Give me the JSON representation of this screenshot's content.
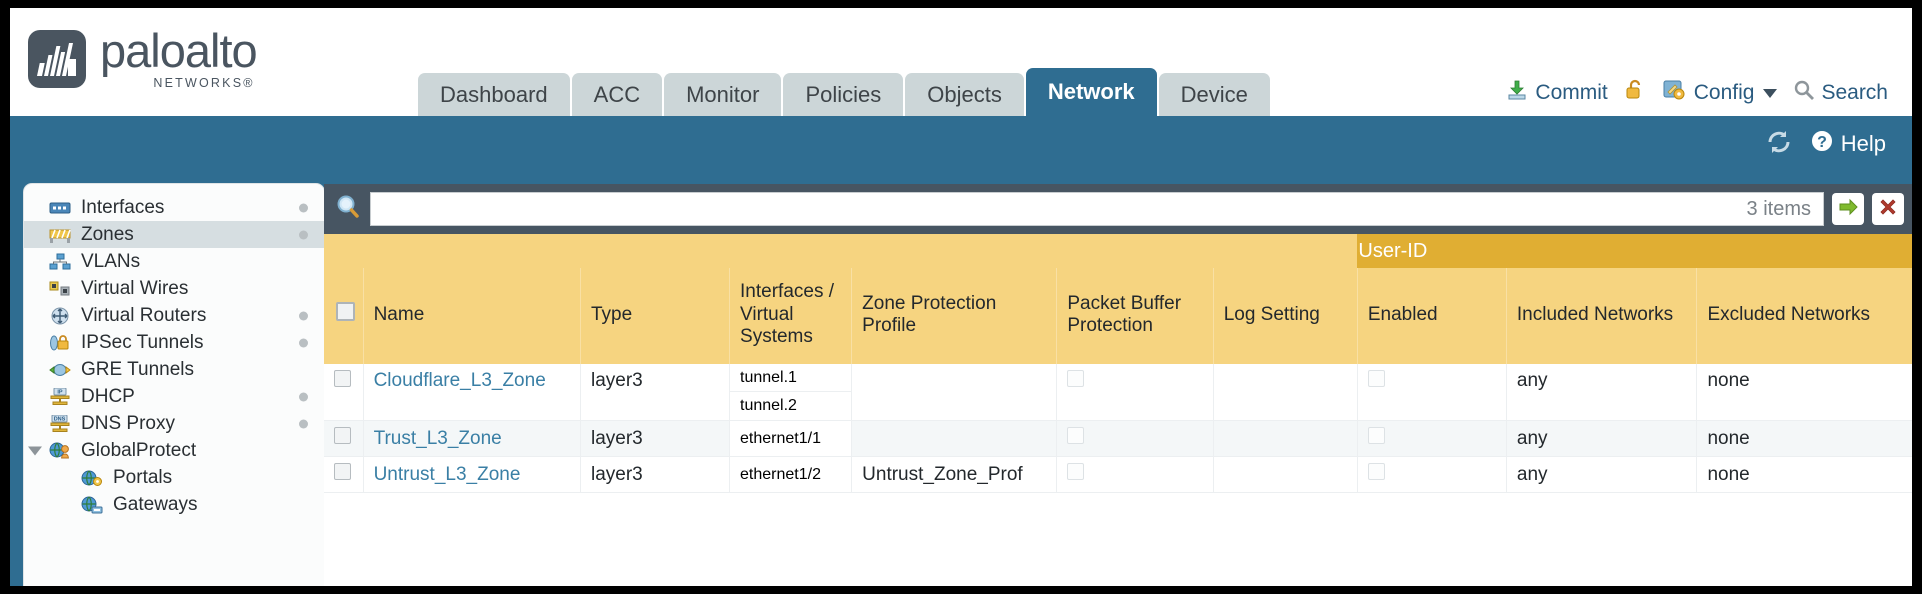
{
  "brand": {
    "name": "paloalto",
    "tagline": "NETWORKS",
    "registered": "®",
    "logo_icon": "paloalto-logo-icon"
  },
  "header": {
    "tabs": [
      {
        "label": "Dashboard",
        "active": false
      },
      {
        "label": "ACC",
        "active": false
      },
      {
        "label": "Monitor",
        "active": false
      },
      {
        "label": "Policies",
        "active": false
      },
      {
        "label": "Objects",
        "active": false
      },
      {
        "label": "Network",
        "active": true
      },
      {
        "label": "Device",
        "active": false
      }
    ],
    "actions": {
      "commit_label": "Commit",
      "commit_icon": "commit-save-icon",
      "lock_icon": "unlocked-padlock-icon",
      "config_label": "Config",
      "config_icon": "config-wrench-icon",
      "config_caret": "chevron-down-icon",
      "search_label": "Search",
      "search_icon": "magnifier-icon"
    }
  },
  "toolbar": {
    "refresh_icon": "refresh-icon",
    "help_label": "Help",
    "help_icon": "help-question-icon"
  },
  "sidebar": {
    "items": [
      {
        "label": "Interfaces",
        "icon": "interfaces-icon",
        "selected": false,
        "dot": true,
        "child": false,
        "expander": false
      },
      {
        "label": "Zones",
        "icon": "zones-icon",
        "selected": true,
        "dot": true,
        "child": false,
        "expander": false
      },
      {
        "label": "VLANs",
        "icon": "vlans-icon",
        "selected": false,
        "dot": false,
        "child": false,
        "expander": false
      },
      {
        "label": "Virtual Wires",
        "icon": "virtual-wires-icon",
        "selected": false,
        "dot": false,
        "child": false,
        "expander": false
      },
      {
        "label": "Virtual Routers",
        "icon": "virtual-routers-icon",
        "selected": false,
        "dot": true,
        "child": false,
        "expander": false
      },
      {
        "label": "IPSec Tunnels",
        "icon": "ipsec-tunnels-icon",
        "selected": false,
        "dot": true,
        "child": false,
        "expander": false
      },
      {
        "label": "GRE Tunnels",
        "icon": "gre-tunnels-icon",
        "selected": false,
        "dot": false,
        "child": false,
        "expander": false
      },
      {
        "label": "DHCP",
        "icon": "dhcp-icon",
        "selected": false,
        "dot": true,
        "child": false,
        "expander": false
      },
      {
        "label": "DNS Proxy",
        "icon": "dns-proxy-icon",
        "selected": false,
        "dot": true,
        "child": false,
        "expander": false
      },
      {
        "label": "GlobalProtect",
        "icon": "globalprotect-icon",
        "selected": false,
        "dot": false,
        "child": false,
        "expander": true
      },
      {
        "label": "Portals",
        "icon": "portals-icon",
        "selected": false,
        "dot": false,
        "child": true,
        "expander": false
      },
      {
        "label": "Gateways",
        "icon": "gateways-icon",
        "selected": false,
        "dot": false,
        "child": true,
        "expander": false
      }
    ]
  },
  "search": {
    "value": "",
    "placeholder": "",
    "item_count": "3 items",
    "magnifier_icon": "magnifier-icon",
    "apply_icon": "apply-arrow-icon",
    "clear_icon": "clear-x-icon"
  },
  "table": {
    "group_header": {
      "label": "User-ID",
      "spans": 3
    },
    "columns": [
      "Name",
      "Type",
      "Interfaces / Virtual Systems",
      "Zone Protection Profile",
      "Packet Buffer Protection",
      "Log Setting",
      "Enabled",
      "Included Networks",
      "Excluded Networks"
    ],
    "rows": [
      {
        "selected": false,
        "name": "Cloudflare_L3_Zone",
        "type": "layer3",
        "interfaces": [
          "tunnel.1",
          "tunnel.2"
        ],
        "zone_protection_profile": "",
        "packet_buffer_protection": false,
        "log_setting": "",
        "enabled": false,
        "included_networks": "any",
        "excluded_networks": "none"
      },
      {
        "selected": false,
        "name": "Trust_L3_Zone",
        "type": "layer3",
        "interfaces": [
          "ethernet1/1"
        ],
        "zone_protection_profile": "",
        "packet_buffer_protection": false,
        "log_setting": "",
        "enabled": false,
        "included_networks": "any",
        "excluded_networks": "none"
      },
      {
        "selected": false,
        "name": "Untrust_L3_Zone",
        "type": "layer3",
        "interfaces": [
          "ethernet1/2"
        ],
        "zone_protection_profile": "Untrust_Zone_Prof",
        "packet_buffer_protection": false,
        "log_setting": "",
        "enabled": false,
        "included_networks": "any",
        "excluded_networks": "none"
      }
    ]
  },
  "colors": {
    "brand_blue": "#2f6d91",
    "header_gold": "#f6d480",
    "group_gold": "#e0ae33",
    "toolbar_slate": "#475562",
    "link_blue": "#3a7fa5",
    "tab_inactive": "#ccd6d8"
  }
}
